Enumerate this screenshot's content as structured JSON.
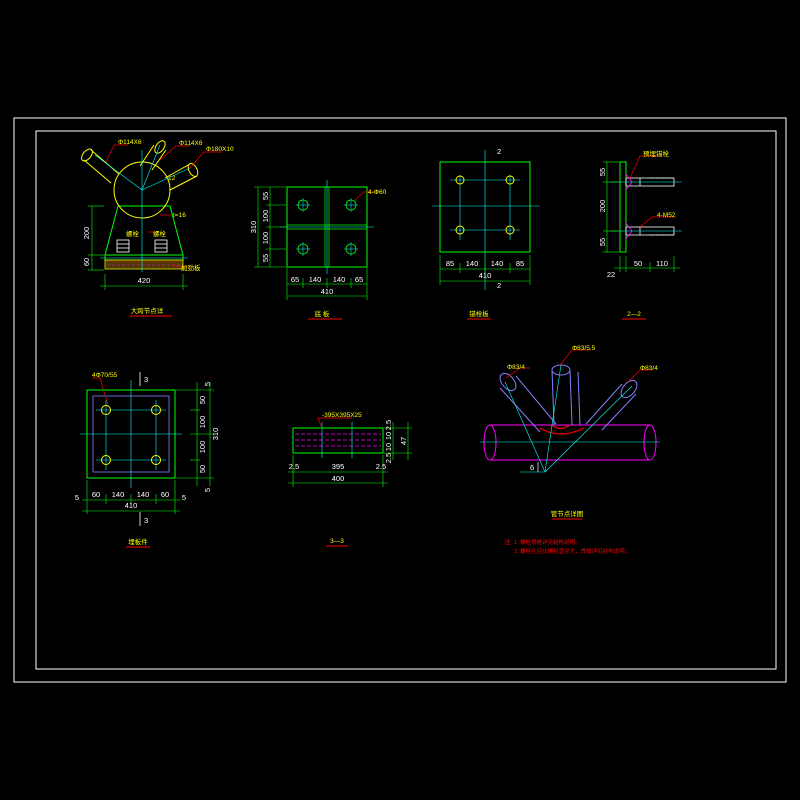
{
  "colors": {
    "background": "#000000",
    "frame": "#ffffff",
    "plate": "#00ff00",
    "axis": "#00ffff",
    "dimension": "#ffffff",
    "label": "#ffff00",
    "leader": "#ff0000",
    "pipe_magenta": "#ff00ff",
    "pipe_blue": "#8080ff"
  },
  "node_detail": {
    "title": "大跨节点详",
    "labels": [
      "Φ114X6",
      "Φ114X6",
      "Φ180X10",
      "12",
      "t=16",
      "螺栓",
      "螺栓",
      "加劲板"
    ],
    "dims": {
      "height": "200",
      "base": "60",
      "width": "420"
    }
  },
  "base_plate": {
    "title": "底 板",
    "hole_note": "4-Φ60",
    "dims_bottom": [
      "65",
      "140",
      "140",
      "65"
    ],
    "total_bottom": "410",
    "dims_left": [
      "55",
      "100",
      "100",
      "55"
    ],
    "total_left": "310"
  },
  "anchor_plate": {
    "title": "锚栓板",
    "section_marks": [
      "2",
      "2"
    ],
    "dims_bottom": [
      "85",
      "140",
      "140",
      "85"
    ],
    "total_bottom": "410"
  },
  "section_2": {
    "title": "2—2",
    "labels": [
      "预埋锚栓",
      "4-M52"
    ],
    "dims_left": [
      "55",
      "200",
      "55"
    ],
    "dims_bottom": [
      "22",
      "50",
      "110"
    ]
  },
  "embed_plate": {
    "title": "埋板件",
    "hole_note": "4Φ70/55",
    "section_marks": [
      "3",
      "3"
    ],
    "dims_right": [
      "5",
      "50",
      "100",
      "100",
      "50",
      "5"
    ],
    "total_right": "310",
    "dims_bottom": [
      "5",
      "60",
      "140",
      "140",
      "60",
      "5"
    ],
    "total_bottom": "410"
  },
  "section_3": {
    "title": "3—3",
    "label": "-395X395X25",
    "dims_right": [
      "2.5",
      "10",
      "10",
      "2.5",
      "47"
    ],
    "dims_bottom": [
      "2.5",
      "395",
      "2.5"
    ],
    "total_bottom": "400"
  },
  "pipe_node": {
    "title": "管节点详图",
    "labels": [
      "Φ83/4",
      "Φ83/5.5",
      "Φ83/4"
    ],
    "angle": "6"
  },
  "notes": {
    "marker": "注",
    "lines": [
      "1. 螺栓规格详见结构说明。",
      "2. 螺栓孔径比螺栓直径大，焊缝详见结构说明。"
    ]
  }
}
